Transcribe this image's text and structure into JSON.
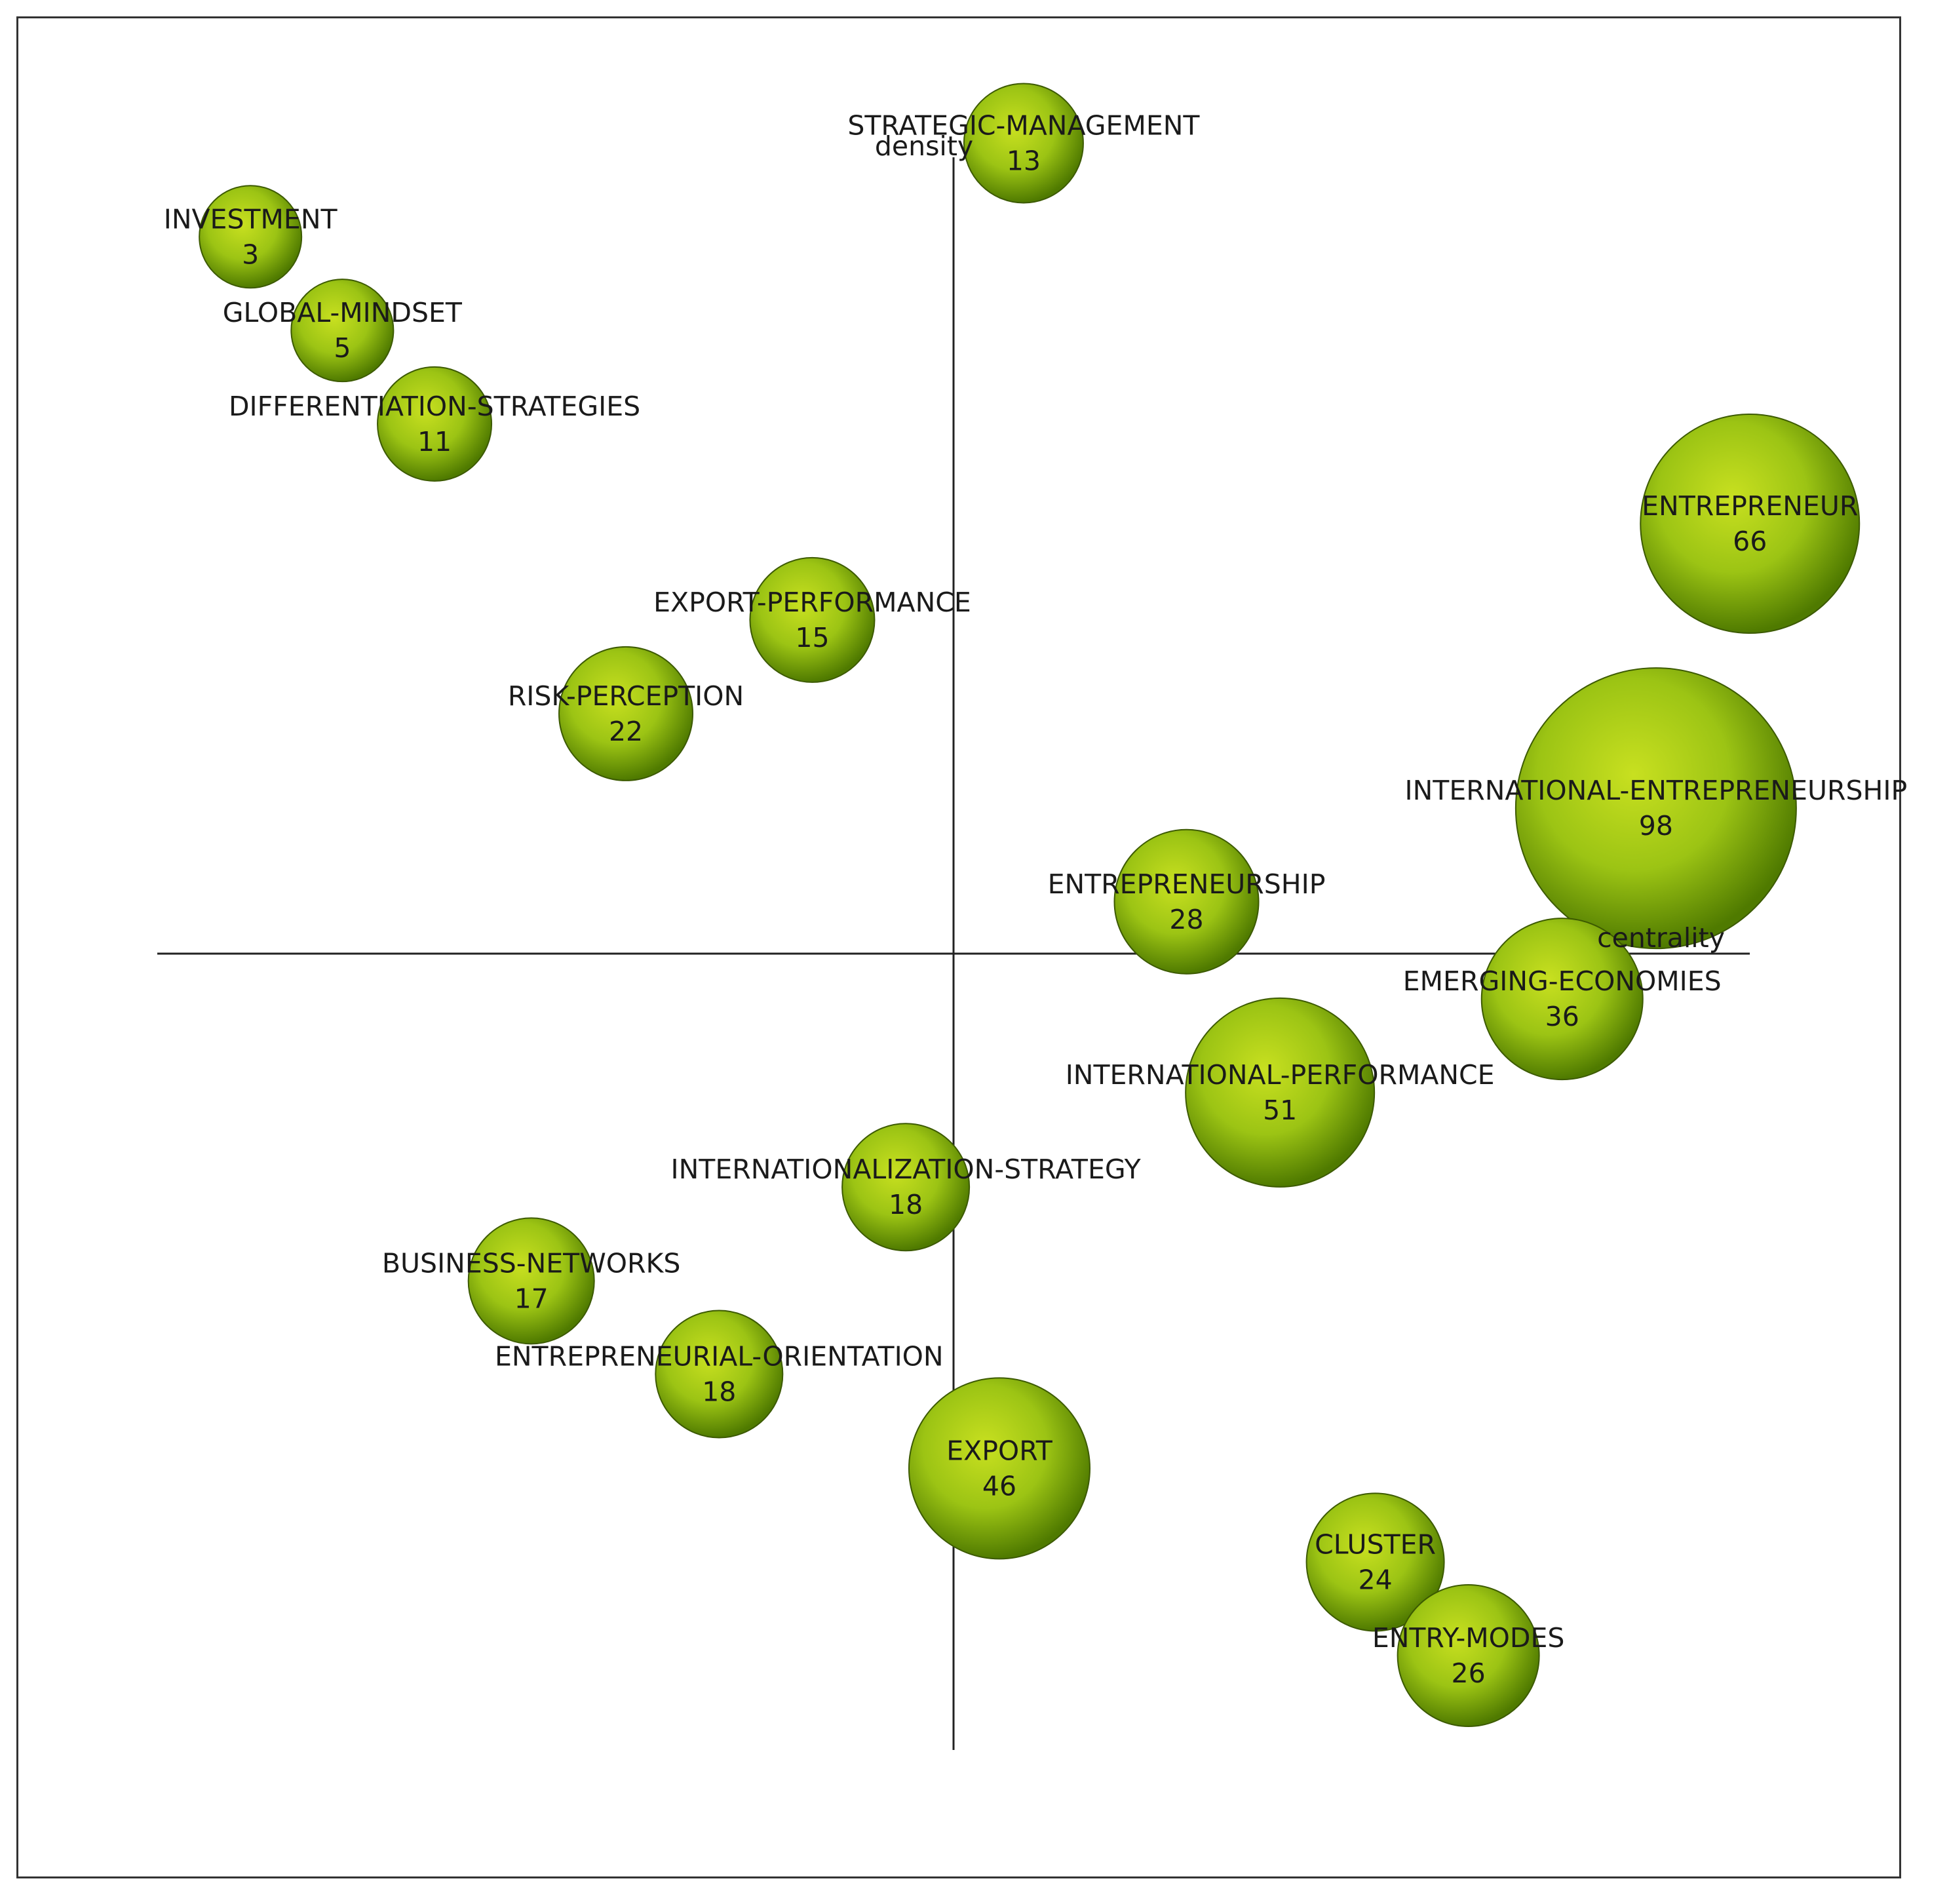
{
  "chart_data": {
    "type": "scatter",
    "title": "",
    "xlabel": "centrality",
    "ylabel": "density",
    "colors": {
      "bubble_light": "#c8e020",
      "bubble_mid": "#9cc414",
      "bubble_dark": "#4f7a00",
      "bubble_stroke": "#3c5a00"
    },
    "points": [
      {
        "name": "STRATEGIC-MANAGEMENT",
        "value": 13,
        "x": 0.088,
        "y": 1.0177,
        "r": 91
      },
      {
        "name": "INVESTMENT",
        "value": 3,
        "x": -0.883,
        "y": 0.9002,
        "r": 78
      },
      {
        "name": "GLOBAL-MINDSET",
        "value": 5,
        "x": -0.7676,
        "y": 0.7826,
        "r": 78
      },
      {
        "name": "DIFFERENTIATION-STRATEGIES",
        "value": 11,
        "x": -0.6518,
        "y": 0.6651,
        "r": 87
      },
      {
        "name": "ENTREPRENEUR",
        "value": 66,
        "x": 1.0002,
        "y": 0.5399,
        "r": 167
      },
      {
        "name": "EXPORT-PERFORMANCE",
        "value": 15,
        "x": -0.1774,
        "y": 0.419,
        "r": 95
      },
      {
        "name": "RISK-PERCEPTION",
        "value": 22,
        "x": -0.4115,
        "y": 0.3013,
        "r": 102
      },
      {
        "name": "INTERNATIONAL-ENTREPRENEURSHIP",
        "value": 98,
        "x": 0.8822,
        "y": 0.1826,
        "r": 214
      },
      {
        "name": "ENTREPRENEURSHIP",
        "value": 28,
        "x": 0.2926,
        "y": 0.0652,
        "r": 110
      },
      {
        "name": "EMERGING-ECONOMIES",
        "value": 36,
        "x": 0.7644,
        "y": -0.0569,
        "r": 123
      },
      {
        "name": "INTERNATIONAL-PERFORMANCE",
        "value": 51,
        "x": 0.41,
        "y": -0.1744,
        "r": 144
      },
      {
        "name": "INTERNATIONALIZATION-STRATEGY",
        "value": 18,
        "x": -0.06,
        "y": -0.2932,
        "r": 97
      },
      {
        "name": "BUSINESS-NETWORKS",
        "value": 17,
        "x": -0.5303,
        "y": -0.411,
        "r": 96
      },
      {
        "name": "ENTREPRENEURIAL-ORIENTATION",
        "value": 18,
        "x": -0.2944,
        "y": -0.528,
        "r": 97
      },
      {
        "name": "EXPORT",
        "value": 46,
        "x": 0.0576,
        "y": -0.6464,
        "r": 138
      },
      {
        "name": "CLUSTER",
        "value": 24,
        "x": 0.5297,
        "y": -0.7641,
        "r": 105
      },
      {
        "name": "ENTRY-MODES",
        "value": 26,
        "x": 0.6466,
        "y": -0.8815,
        "r": 108
      }
    ],
    "xlim": [
      -1,
      1
    ],
    "ylim": [
      -1,
      1
    ],
    "grid": false,
    "legend": "none"
  }
}
